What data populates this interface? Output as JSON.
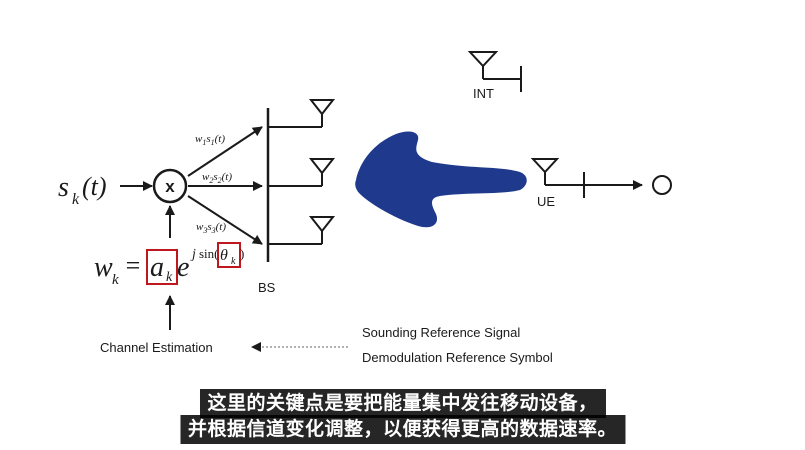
{
  "diagram": {
    "input_signal": {
      "s": "s",
      "k": "k",
      "t": "(t)"
    },
    "multiplier": "x",
    "branches": [
      {
        "w": "w",
        "i": "1",
        "s": "s",
        "t": "(t)"
      },
      {
        "w": "w",
        "i": "2",
        "s": "s",
        "t": "(t)"
      },
      {
        "w": "w",
        "i": "3",
        "s": "s",
        "t": "(t)"
      }
    ],
    "weight_formula": {
      "w": "w",
      "k": "k",
      "eq": "=",
      "a": "a",
      "e": "e",
      "exp_j": "j",
      "exp_sin": "sin(",
      "theta": "θ",
      "close": ")"
    },
    "bs_label": "BS",
    "int_label": "INT",
    "ue_label": "UE",
    "channel_estimation": "Channel Estimation",
    "ref_signals": [
      "Sounding Reference Signal",
      "Demodulation Reference Symbol"
    ],
    "colors": {
      "beam": "#1f3a8c",
      "highlight_box": "#c0161d",
      "line": "#1a1a1a"
    }
  },
  "subtitles": [
    "这里的关键点是要把能量集中发往移动设备，",
    "并根据信道变化调整，以便获得更高的数据速率。"
  ]
}
